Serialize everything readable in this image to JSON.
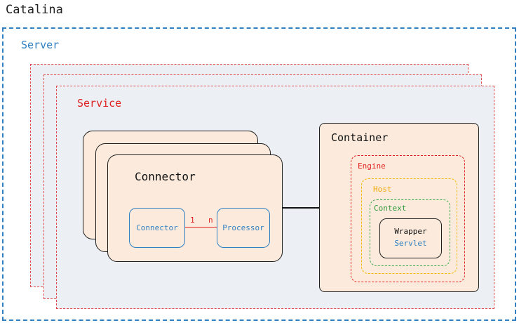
{
  "title": "Catalina",
  "server": {
    "label": "Server"
  },
  "service": {
    "label": "Service"
  },
  "connector": {
    "title": "Connector",
    "inner_connector": "Connector",
    "processor": "Processor",
    "multiplicity_left": "1",
    "multiplicity_right": "n"
  },
  "container": {
    "label": "Container",
    "engine": "Engine",
    "host": "Host",
    "context": "Context",
    "wrapper": "Wrapper",
    "servlet": "Servlet"
  },
  "colors": {
    "server": "#2f7fc1",
    "service": "#e02020",
    "engine": "#e02020",
    "host": "#f2b705",
    "context": "#3daa4b",
    "component_fill": "#fcebdc",
    "service_fill": "#eceff4"
  }
}
